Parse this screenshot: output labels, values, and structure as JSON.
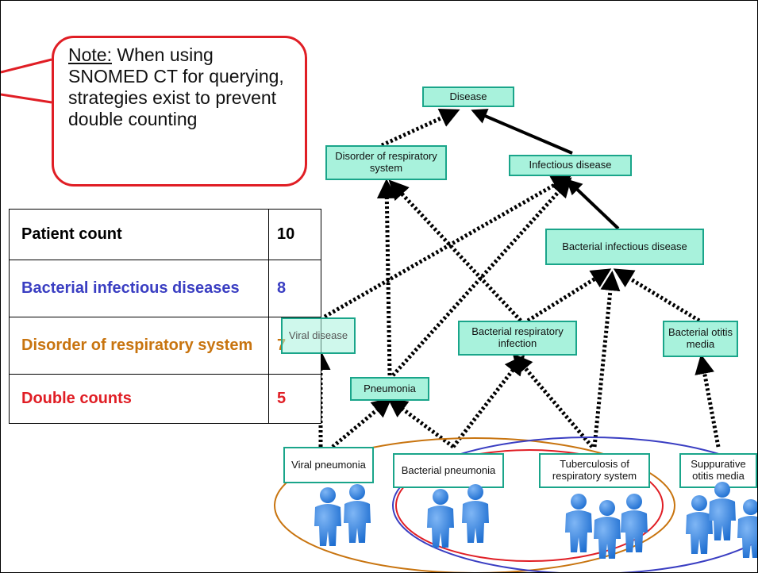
{
  "note": {
    "label": "Note:",
    "text": " When using SNOMED CT for querying, strategies exist to prevent double counting"
  },
  "table": {
    "rows": [
      {
        "label": "Patient count",
        "value": "10",
        "color": "#000000"
      },
      {
        "label": "Bacterial infectious diseases",
        "value": "8",
        "color": "#3a3ec2"
      },
      {
        "label": "Disorder of respiratory system",
        "value": "7",
        "color": "#c8740f"
      },
      {
        "label": "Double counts",
        "value": "5",
        "color": "#e01e25"
      }
    ]
  },
  "nodes": {
    "disease": "Disease",
    "disorder_resp": "Disorder of respiratory system",
    "infectious": "Infectious disease",
    "bact_infectious": "Bacterial infectious disease",
    "viral_disease": "Viral disease",
    "bact_resp_infection": "Bacterial respiratory infection",
    "bact_otitis": "Bacterial otitis media",
    "pneumonia": "Pneumonia",
    "viral_pneumonia": "Viral pneumonia",
    "bact_pneumonia": "Bacterial pneumonia",
    "tb_resp": "Tuberculosis of respiratory system",
    "supp_otitis": "Suppurative otitis media"
  },
  "colors": {
    "node_fill": "#a8f2dc",
    "node_border": "#1aa58a",
    "accent_red": "#e01e25",
    "bacterial_blue": "#3a3ec2",
    "respiratory_orange": "#c8740f",
    "person_blue": "#1f6fd1"
  },
  "icons": [
    "person-icon"
  ]
}
